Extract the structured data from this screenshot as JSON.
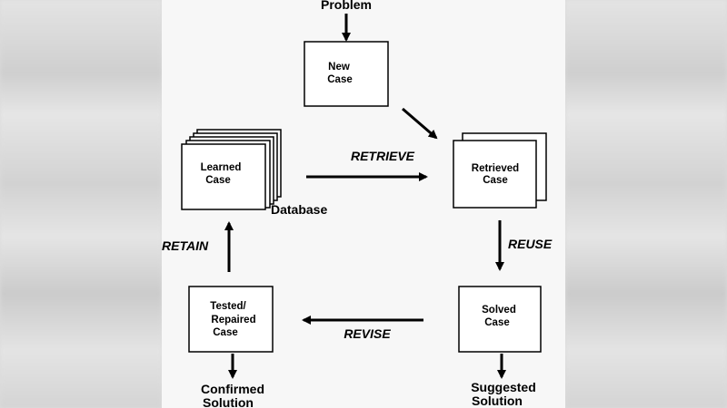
{
  "diagram": {
    "problem_label": "Problem",
    "new_case": [
      "New",
      "Case"
    ],
    "retrieved_case": [
      "Retrieved",
      "Case"
    ],
    "learned_case": [
      "Learned",
      "Case"
    ],
    "database_label": "Database",
    "solved_case": [
      "Solved",
      "Case"
    ],
    "tested_case": [
      "Tested/",
      "Repaired",
      "Case"
    ],
    "phases": {
      "retrieve": "RETRIEVE",
      "reuse": "REUSE",
      "revise": "REVISE",
      "retain": "RETAIN"
    },
    "outputs": {
      "confirmed": [
        "Confirmed",
        "Solution"
      ],
      "suggested": [
        "Suggested",
        "Solution"
      ]
    }
  }
}
